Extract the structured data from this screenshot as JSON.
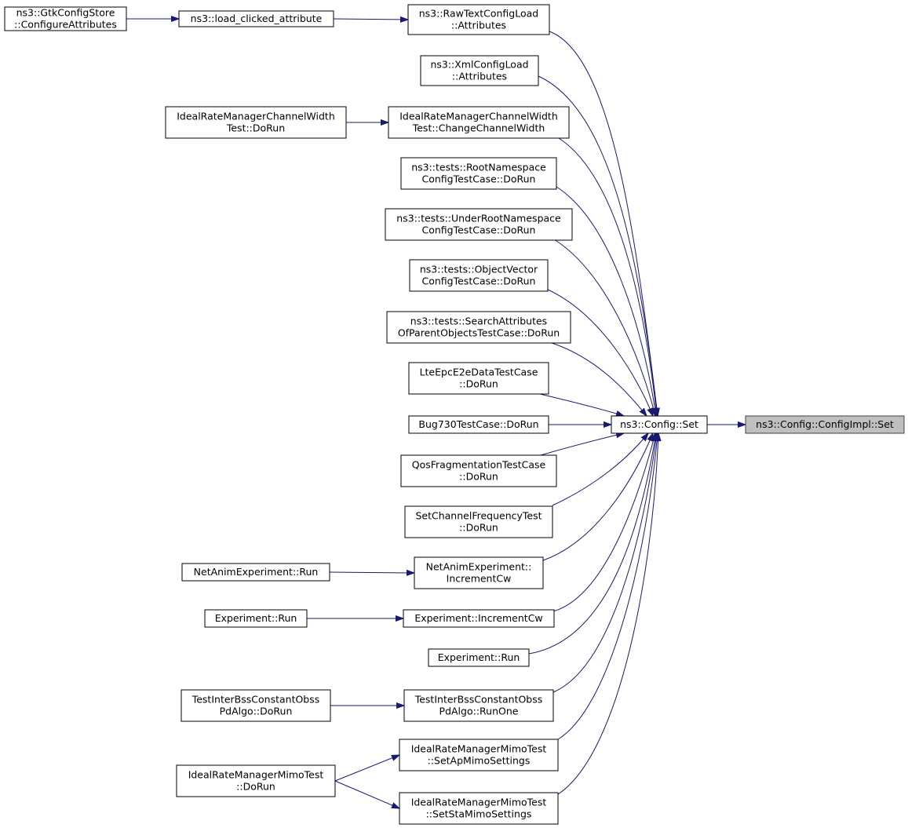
{
  "graph": {
    "direction": "right-to-left",
    "edge_color": "#191970",
    "current_node_fill": "#bfbfbf",
    "nodes": [
      {
        "id": "gtkconfigstore-configureattributes",
        "lines": [
          "ns3::GtkConfigStore",
          "::ConfigureAttributes"
        ]
      },
      {
        "id": "load-clicked-attribute",
        "lines": [
          "ns3::load_clicked_attribute"
        ]
      },
      {
        "id": "rawtextconfigload-attributes",
        "lines": [
          "ns3::RawTextConfigLoad",
          "::Attributes"
        ]
      },
      {
        "id": "xmlconfigload-attributes",
        "lines": [
          "ns3::XmlConfigLoad",
          "::Attributes"
        ]
      },
      {
        "id": "idealratemanagerchannelwidthtest-dorun",
        "lines": [
          "IdealRateManagerChannelWidth",
          "Test::DoRun"
        ]
      },
      {
        "id": "idealratemanagerchannelwidthtest-changechannelwidth",
        "lines": [
          "IdealRateManagerChannelWidth",
          "Test::ChangeChannelWidth"
        ]
      },
      {
        "id": "rootnamespaceconfigtestcase-dorun",
        "lines": [
          "ns3::tests::RootNamespace",
          "ConfigTestCase::DoRun"
        ]
      },
      {
        "id": "underrootnamespaceconfigtestcase-dorun",
        "lines": [
          "ns3::tests::UnderRootNamespace",
          "ConfigTestCase::DoRun"
        ]
      },
      {
        "id": "objectvectorconfigtestcase-dorun",
        "lines": [
          "ns3::tests::ObjectVector",
          "ConfigTestCase::DoRun"
        ]
      },
      {
        "id": "searchattributesofparentobjectstestcase-dorun",
        "lines": [
          "ns3::tests::SearchAttributes",
          "OfParentObjectsTestCase::DoRun"
        ]
      },
      {
        "id": "lteepce2edatatestcase-dorun",
        "lines": [
          "LteEpcE2eDataTestCase",
          "::DoRun"
        ]
      },
      {
        "id": "bug730testcase-dorun",
        "lines": [
          "Bug730TestCase::DoRun"
        ]
      },
      {
        "id": "config-set",
        "lines": [
          "ns3::Config::Set"
        ]
      },
      {
        "id": "configimpl-set",
        "lines": [
          "ns3::Config::ConfigImpl::Set"
        ],
        "current": true
      },
      {
        "id": "qosfragmentationtestcase-dorun",
        "lines": [
          "QosFragmentationTestCase",
          "::DoRun"
        ]
      },
      {
        "id": "setchannelfrequencytest-dorun",
        "lines": [
          "SetChannelFrequencyTest",
          "::DoRun"
        ]
      },
      {
        "id": "netanimexperiment-run",
        "lines": [
          "NetAnimExperiment::Run"
        ]
      },
      {
        "id": "netanimexperiment-incrementcw",
        "lines": [
          "NetAnimExperiment::",
          "IncrementCw"
        ]
      },
      {
        "id": "experiment-run-a",
        "lines": [
          "Experiment::Run"
        ]
      },
      {
        "id": "experiment-incrementcw",
        "lines": [
          "Experiment::IncrementCw"
        ]
      },
      {
        "id": "experiment-run-b",
        "lines": [
          "Experiment::Run"
        ]
      },
      {
        "id": "testinterbssconstantobsspdalgo-dorun",
        "lines": [
          "TestInterBssConstantObss",
          "PdAlgo::DoRun"
        ]
      },
      {
        "id": "testinterbssconstantobsspdalgo-runone",
        "lines": [
          "TestInterBssConstantObss",
          "PdAlgo::RunOne"
        ]
      },
      {
        "id": "idealratemanagermimotest-setapmimosettings",
        "lines": [
          "IdealRateManagerMimoTest",
          "::SetApMimoSettings"
        ]
      },
      {
        "id": "idealratemanagermimotest-dorun",
        "lines": [
          "IdealRateManagerMimoTest",
          "::DoRun"
        ]
      },
      {
        "id": "idealratemanagermimotest-setstamimosettings",
        "lines": [
          "IdealRateManagerMimoTest",
          "::SetStaMimoSettings"
        ]
      }
    ],
    "edges": [
      {
        "from": "gtkconfigstore-configureattributes",
        "to": "load-clicked-attribute"
      },
      {
        "from": "load-clicked-attribute",
        "to": "rawtextconfigload-attributes"
      },
      {
        "from": "rawtextconfigload-attributes",
        "to": "config-set"
      },
      {
        "from": "xmlconfigload-attributes",
        "to": "config-set"
      },
      {
        "from": "idealratemanagerchannelwidthtest-dorun",
        "to": "idealratemanagerchannelwidthtest-changechannelwidth"
      },
      {
        "from": "idealratemanagerchannelwidthtest-changechannelwidth",
        "to": "config-set"
      },
      {
        "from": "rootnamespaceconfigtestcase-dorun",
        "to": "config-set"
      },
      {
        "from": "underrootnamespaceconfigtestcase-dorun",
        "to": "config-set"
      },
      {
        "from": "objectvectorconfigtestcase-dorun",
        "to": "config-set"
      },
      {
        "from": "searchattributesofparentobjectstestcase-dorun",
        "to": "config-set"
      },
      {
        "from": "lteepce2edatatestcase-dorun",
        "to": "config-set"
      },
      {
        "from": "bug730testcase-dorun",
        "to": "config-set"
      },
      {
        "from": "qosfragmentationtestcase-dorun",
        "to": "config-set"
      },
      {
        "from": "setchannelfrequencytest-dorun",
        "to": "config-set"
      },
      {
        "from": "netanimexperiment-run",
        "to": "netanimexperiment-incrementcw"
      },
      {
        "from": "netanimexperiment-incrementcw",
        "to": "config-set"
      },
      {
        "from": "experiment-run-a",
        "to": "experiment-incrementcw"
      },
      {
        "from": "experiment-incrementcw",
        "to": "config-set"
      },
      {
        "from": "experiment-run-b",
        "to": "config-set"
      },
      {
        "from": "testinterbssconstantobsspdalgo-dorun",
        "to": "testinterbssconstantobsspdalgo-runone"
      },
      {
        "from": "testinterbssconstantobsspdalgo-runone",
        "to": "config-set"
      },
      {
        "from": "idealratemanagermimotest-dorun",
        "to": "idealratemanagermimotest-setapmimosettings"
      },
      {
        "from": "idealratemanagermimotest-dorun",
        "to": "idealratemanagermimotest-setstamimosettings"
      },
      {
        "from": "idealratemanagermimotest-setapmimosettings",
        "to": "config-set"
      },
      {
        "from": "idealratemanagermimotest-setstamimosettings",
        "to": "config-set"
      },
      {
        "from": "config-set",
        "to": "configimpl-set"
      }
    ]
  }
}
